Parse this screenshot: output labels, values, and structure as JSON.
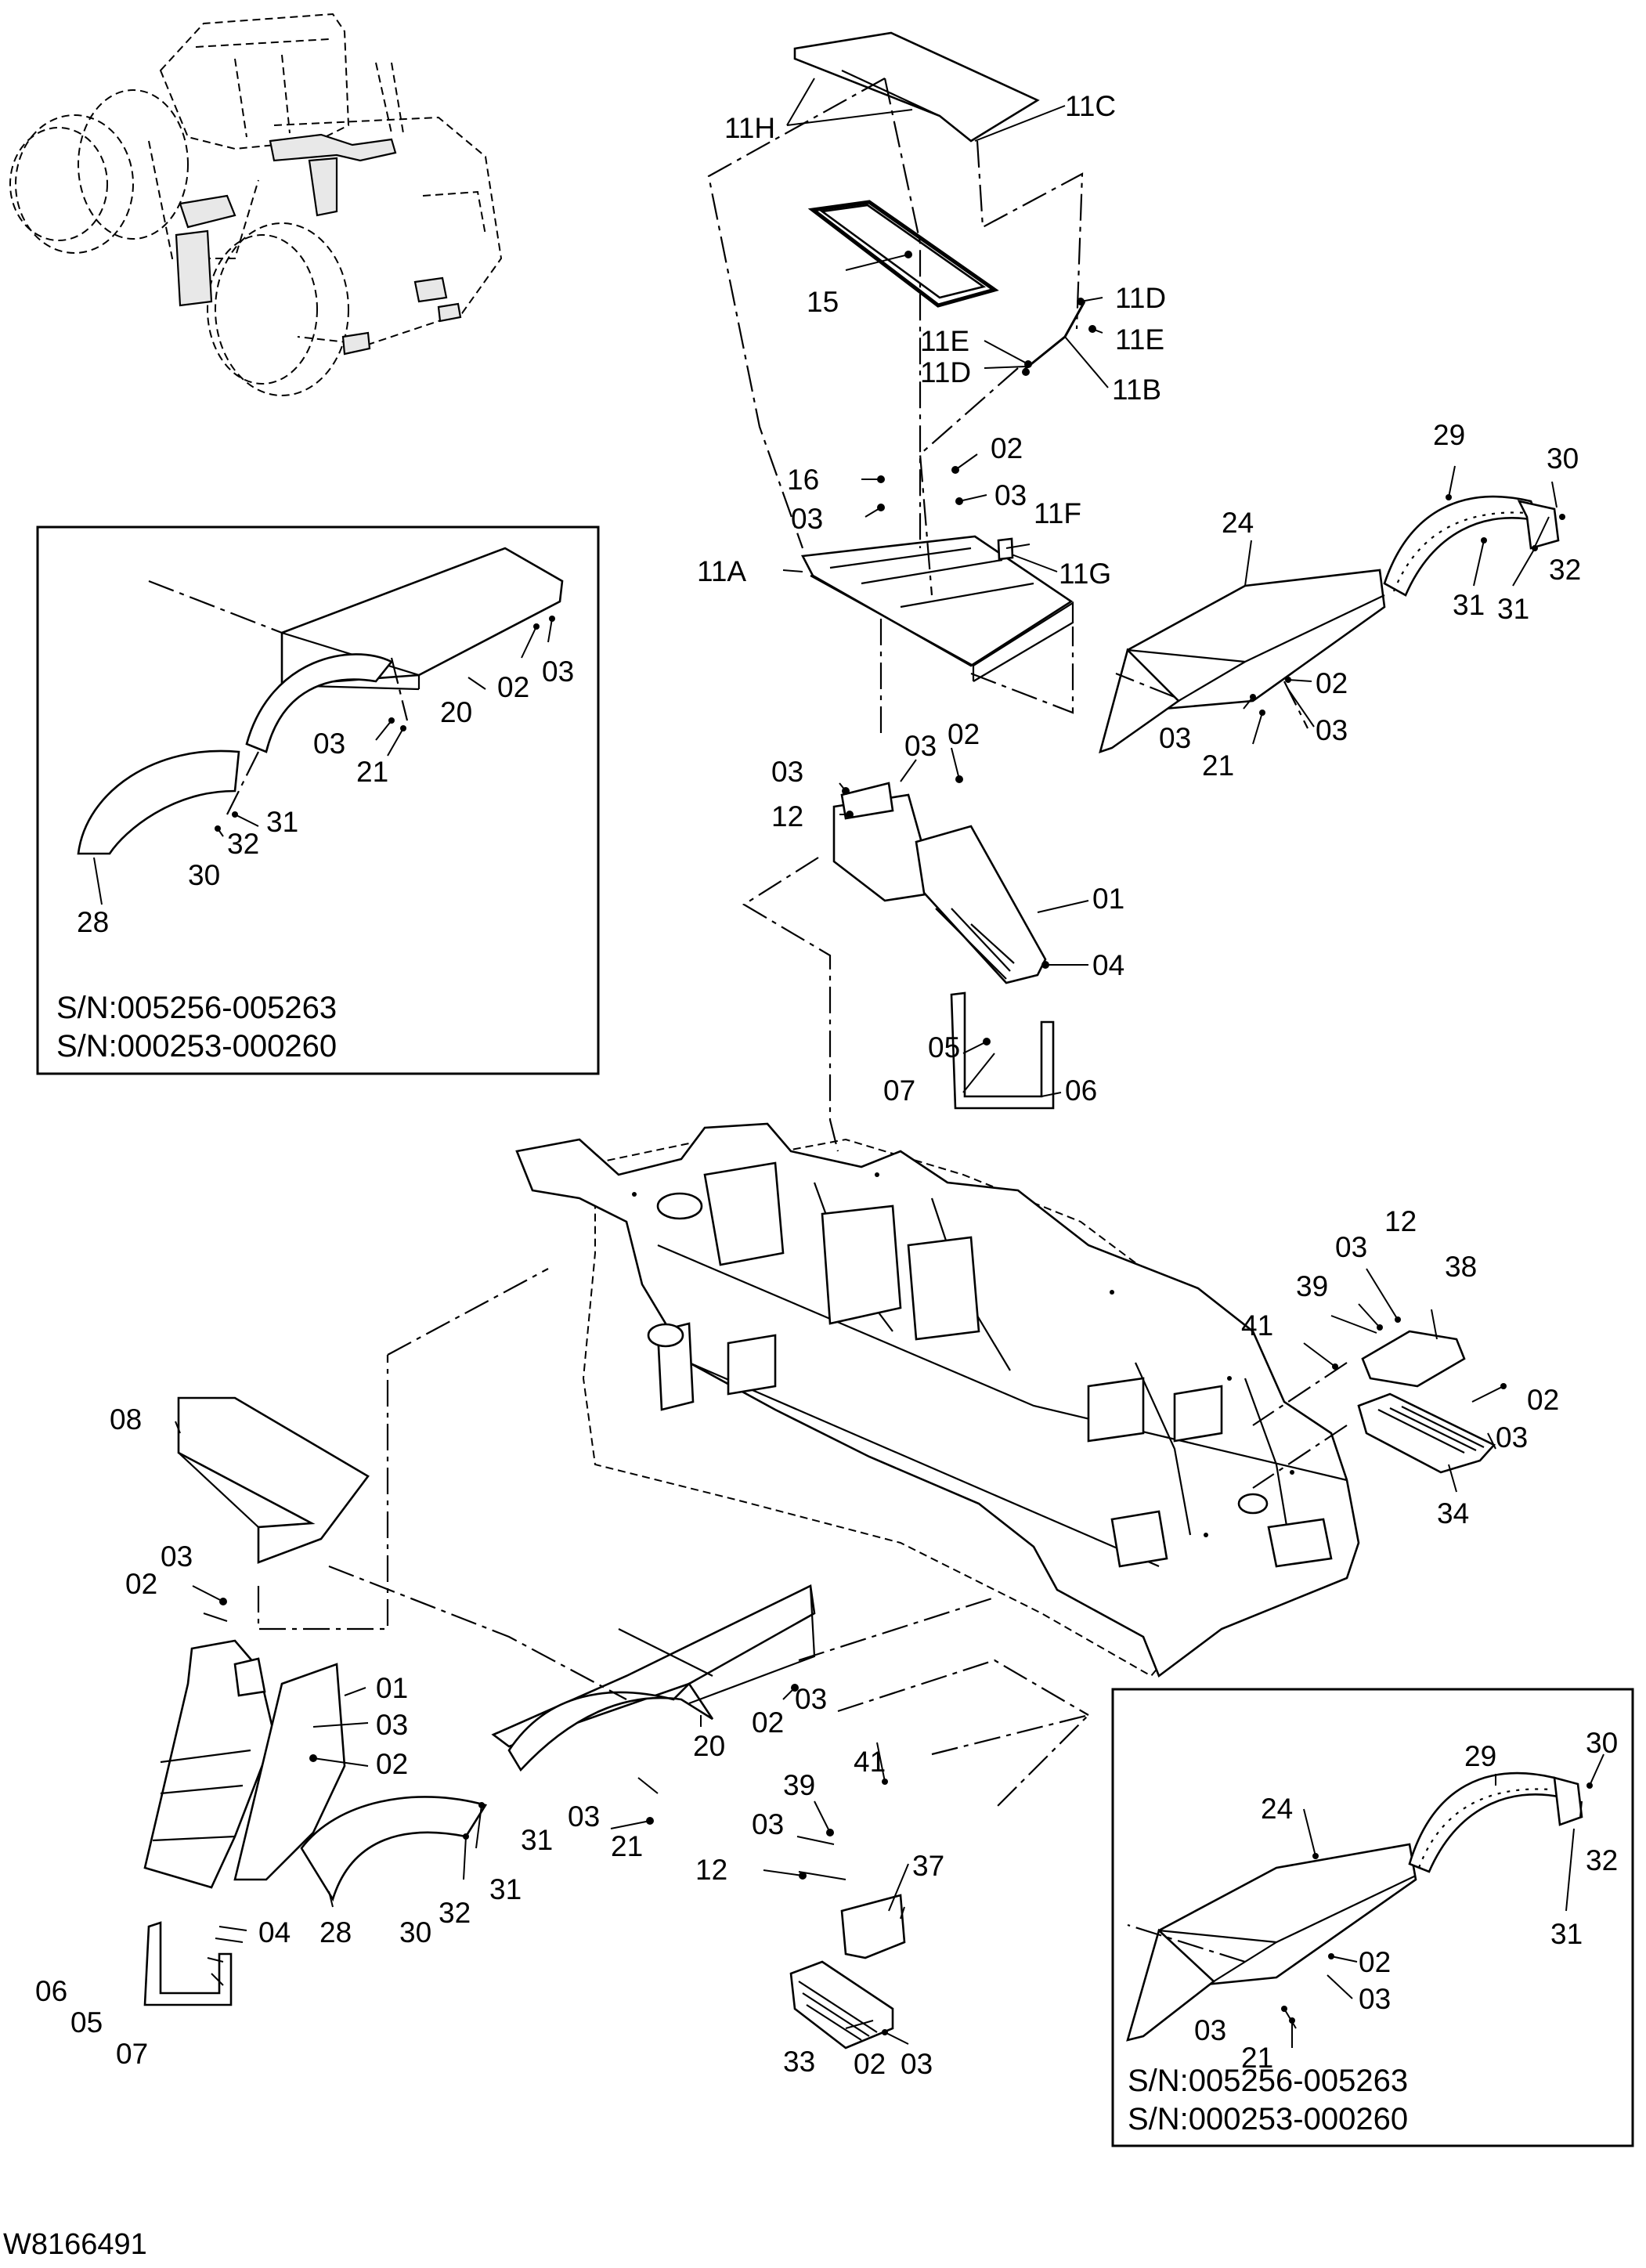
{
  "figure_id": "W8166491",
  "insets": [
    {
      "serials": [
        "S/N:005256-005263",
        "S/N:000253-000260"
      ]
    },
    {
      "serials": [
        "S/N:005256-005263",
        "S/N:000253-000260"
      ]
    }
  ],
  "callouts": {
    "11H": "11H",
    "11C": "11C",
    "15": "15",
    "11D_a": "11D",
    "11E_a": "11E",
    "11E_b": "11E",
    "11D_b": "11D",
    "11B": "11B",
    "16": "16",
    "02_t1": "02",
    "03_t1": "03",
    "03_t2": "03",
    "11F": "11F",
    "11A": "11A",
    "11G": "11G",
    "29_t": "29",
    "30_t": "30",
    "24_t": "24",
    "32_t": "32",
    "31_t1": "31",
    "31_t2": "31",
    "02_t2": "02",
    "03_t3": "03",
    "03_t4": "03",
    "21_t": "21",
    "03_m1": "03",
    "03_m2": "03",
    "02_m1": "02",
    "12_m": "12",
    "01_m": "01",
    "04_m": "04",
    "05_m": "05",
    "07_m": "07",
    "06_m": "06",
    "20_i": "20",
    "02_i": "02",
    "03_i1": "03",
    "03_i2": "03",
    "21_i": "21",
    "31_i": "31",
    "32_i": "32",
    "30_i": "30",
    "28_i": "28",
    "12_r": "12",
    "03_r1": "03",
    "39_r": "39",
    "38_r": "38",
    "41_r": "41",
    "02_r": "02",
    "03_r2": "03",
    "34_r": "34",
    "08_l": "08",
    "03_l1": "03",
    "02_l1": "02",
    "01_l": "01",
    "03_l2": "03",
    "02_l2": "02",
    "04_l": "04",
    "06_l": "06",
    "05_l": "05",
    "07_l": "07",
    "28_l": "28",
    "30_l": "30",
    "32_l": "32",
    "31_l1": "31",
    "31_l2": "31",
    "03_l3": "03",
    "21_l": "21",
    "20_l": "20",
    "02_l3": "02",
    "03_l4": "03",
    "41_c": "41",
    "39_c": "39",
    "03_c1": "03",
    "12_c": "12",
    "37_c": "37",
    "33_c": "33",
    "02_c": "02",
    "03_c2": "03",
    "29_b": "29",
    "30_b": "30",
    "24_b": "24",
    "32_b": "32",
    "31_b": "31",
    "02_b": "02",
    "03_b1": "03",
    "03_b2": "03",
    "21_b": "21"
  }
}
